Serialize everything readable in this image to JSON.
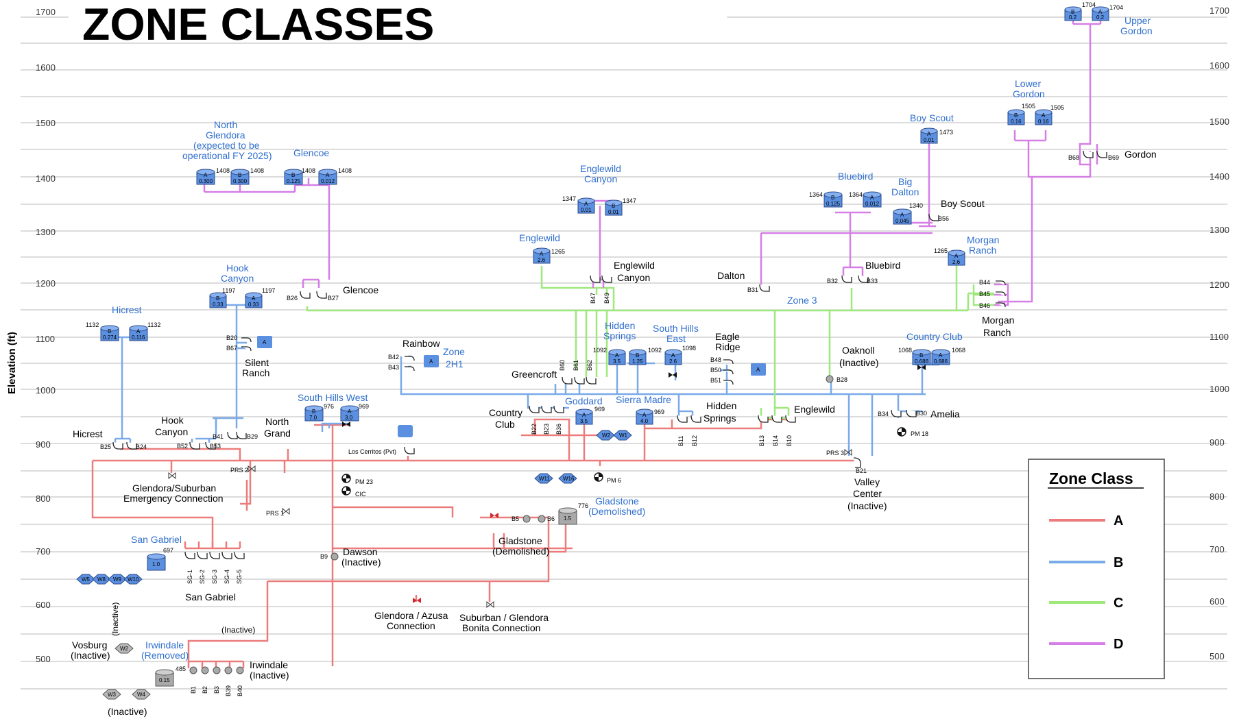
{
  "title": "ZONE CLASSES",
  "y_axis_label": "Elevation (ft)",
  "elevations": [
    "1700",
    "1600",
    "1500",
    "1400",
    "1300",
    "1200",
    "1100",
    "1000",
    "900",
    "800",
    "700",
    "600",
    "500"
  ],
  "legend": {
    "title": "Zone Class",
    "items": [
      {
        "label": "A",
        "color": "#ec7c7c"
      },
      {
        "label": "B",
        "color": "#7aaae8"
      },
      {
        "label": "C",
        "color": "#9ee87c"
      },
      {
        "label": "D",
        "color": "#d57ee6"
      }
    ]
  },
  "colors": {
    "zone_a": "#ec7c7c",
    "zone_b": "#7aaae8",
    "zone_c": "#9ee87c",
    "zone_d": "#d57ee6",
    "label_blue": "#2f6fce"
  },
  "labels": {
    "upper_gordon_1": "Upper",
    "upper_gordon_2": "Gordon",
    "lower_gordon_1": "Lower",
    "lower_gordon_2": "Gordon",
    "boy_scout_tank": "Boy Scout",
    "gordon": "Gordon",
    "north_glendora_1": "North",
    "north_glendora_2": "Glendora",
    "north_glendora_3": "(expected to be",
    "north_glendora_4": "operational FY 2025)",
    "glencoe_tank": "Glencoe",
    "englewild_canyon_tank_1": "Englewild",
    "englewild_canyon_tank_2": "Canyon",
    "bluebird_tank": "Bluebird",
    "big_dalton_1": "Big",
    "big_dalton_2": "Dalton",
    "boy_scout_pump": "Boy Scout",
    "englewild_tank": "Englewild",
    "englewild_canyon_pump_1": "Englewild",
    "englewild_canyon_pump_2": "Canyon",
    "morgan_ranch_tank_1": "Morgan",
    "morgan_ranch_tank_2": "Ranch",
    "dalton": "Dalton",
    "bluebird_pump": "Bluebird",
    "hook_canyon_tank_1": "Hook",
    "hook_canyon_tank_2": "Canyon",
    "glencoe_pump": "Glencoe",
    "zone3": "Zone 3",
    "hicrest_tank": "Hicrest",
    "morgan_ranch_pump_1": "Morgan",
    "morgan_ranch_pump_2": "Ranch",
    "silent_ranch_1": "Silent",
    "silent_ranch_2": "Ranch",
    "rainbow": "Rainbow",
    "zone2h1_1": "Zone",
    "zone2h1_2": "2H1",
    "hidden_springs_tank_1": "Hidden",
    "hidden_springs_tank_2": "Springs",
    "south_hills_east_1": "South Hills",
    "south_hills_east_2": "East",
    "eagle_ridge_1": "Eagle",
    "eagle_ridge_2": "Ridge",
    "oaknoll_1": "Oaknoll",
    "oaknoll_2": "(Inactive)",
    "country_club_tank": "Country Club",
    "greencroft": "Greencroft",
    "south_hills_west": "South Hills West",
    "goddard": "Goddard",
    "sierra_madre": "Sierra Madre",
    "country_club_pump_1": "Country",
    "country_club_pump_2": "Club",
    "hidden_springs_pump_1": "Hidden",
    "hidden_springs_pump_2": "Springs",
    "englewild_pump": "Englewild",
    "amelia": "Amelia",
    "hook_canyon_pump_1": "Hook",
    "hook_canyon_pump_2": "Canyon",
    "north_grand_1": "North",
    "north_grand_2": "Grand",
    "hicrest_pump": "Hicrest",
    "los_cerritos": "Los Cerritos (Pvt)",
    "glendora_suburban_1": "Glendora/Suburban",
    "glendora_suburban_2": "Emergency Connection",
    "valley_center_1": "Valley",
    "valley_center_2": "Center",
    "valley_center_3": "(Inactive)",
    "gladstone_tank_1": "Gladstone",
    "gladstone_tank_2": "(Demolished)",
    "san_gabriel_tank": "San Gabriel",
    "dawson_1": "Dawson",
    "dawson_2": "(Inactive)",
    "gladstone_pump_1": "Gladstone",
    "gladstone_pump_2": "(Demolished)",
    "san_gabriel_pump": "San Gabriel",
    "glendora_azusa_1": "Glendora / Azusa",
    "glendora_azusa_2": "Connection",
    "suburban_bonita_1": "Suburban / Glendora",
    "suburban_bonita_2": "Bonita Connection",
    "vosburg_1": "Vosburg",
    "vosburg_2": "(Inactive)",
    "irwindale_removed_1": "Irwindale",
    "irwindale_removed_2": "(Removed)",
    "irwindale_pump_1": "Irwindale",
    "irwindale_pump_2": "(Inactive)",
    "inactive_mid": "(Inactive)",
    "inactive_vert": "(Inactive)",
    "inactive_bottom": "(Inactive)"
  },
  "tags": {
    "prs1": "PRS 1",
    "prs2": "PRS 2",
    "prs3": "PRS 3",
    "pm23": "PM 23",
    "cic": "CIC",
    "pm6": "PM 6",
    "pm18": "PM 18",
    "b1": "B1",
    "b2": "B2",
    "b3": "B3",
    "b39": "B39",
    "b40": "B40",
    "b9": "B9",
    "b6a": "B5",
    "b6b": "B6",
    "b11": "B11",
    "b12": "B12",
    "b13": "B13",
    "b14": "B14",
    "b10": "B10",
    "b21": "B21",
    "b22": "B22",
    "b23": "B23",
    "b36": "B36",
    "b24": "B24",
    "b25": "B25",
    "b52": "B52",
    "b53": "B53",
    "b41": "B41",
    "b29": "B29",
    "b20": "B20",
    "b67": "B67",
    "b42": "B42",
    "b43": "B43",
    "b60": "B60",
    "b61": "B61",
    "b62": "B62",
    "b48": "B48",
    "b50": "B50",
    "b51": "B51",
    "b28": "B28",
    "b34": "B34",
    "b30": "B30",
    "b26": "B26",
    "b27": "B27",
    "b47": "B47",
    "b49": "B49",
    "b31": "B31",
    "b32": "B32",
    "b33": "B33",
    "b44": "B44",
    "b45": "B45",
    "b46": "B46",
    "b56": "B56",
    "b68": "B68",
    "b69": "B69",
    "sg1": "SG-1",
    "sg2": "SG-2",
    "sg3": "SG-3",
    "sg4": "SG-4",
    "sg5": "SG-5",
    "w5": "W5",
    "w8": "W8",
    "w9": "W9",
    "w10": "W10",
    "w2": "W2",
    "w1": "W1",
    "w11": "W11",
    "w16": "W16",
    "w3": "W3",
    "w4": "W4",
    "w_vos": "W2"
  },
  "tanks": [
    {
      "zone": "B",
      "val": "0.2",
      "elev": "1704"
    },
    {
      "zone": "A",
      "val": "0.2",
      "elev": "1704"
    },
    {
      "zone": "B",
      "val": "0.16",
      "elev": "1505"
    },
    {
      "zone": "A",
      "val": "0.16",
      "elev": "1505"
    },
    {
      "zone": "A",
      "val": "0.01",
      "elev": "1473"
    },
    {
      "zone": "A",
      "val": "0.300",
      "elev": "1408"
    },
    {
      "zone": "B",
      "val": "0.300",
      "elev": "1408"
    },
    {
      "zone": "B",
      "val": "0.125",
      "elev": "1408"
    },
    {
      "zone": "A",
      "val": "0.012",
      "elev": "1408"
    },
    {
      "zone": "A",
      "val": "0.01",
      "elev": "1347"
    },
    {
      "zone": "B",
      "val": "0.01",
      "elev": "1347"
    },
    {
      "zone": "B",
      "val": "0.125",
      "elev": "1364"
    },
    {
      "zone": "A",
      "val": "0.012",
      "elev": "1364"
    },
    {
      "zone": "A",
      "val": "0.045",
      "elev": "1340"
    },
    {
      "zone": "A",
      "val": "2.6",
      "elev": "1265"
    },
    {
      "zone": "A",
      "val": "2.6",
      "elev": "1265"
    },
    {
      "zone": "B",
      "val": "0.33",
      "elev": "1197"
    },
    {
      "zone": "A",
      "val": "0.33",
      "elev": "1197"
    },
    {
      "zone": "B",
      "val": "0.274",
      "elev": "1132"
    },
    {
      "zone": "A",
      "val": "0.116",
      "elev": "1132"
    },
    {
      "zone": "A",
      "val": "3.5",
      "elev": "1092"
    },
    {
      "zone": "B",
      "val": "1.25",
      "elev": "1092"
    },
    {
      "zone": "A",
      "val": "2.6",
      "elev": "1098"
    },
    {
      "zone": "B",
      "val": "0.686",
      "elev": "1068"
    },
    {
      "zone": "A",
      "val": "0.686",
      "elev": "1068"
    },
    {
      "zone": "B",
      "val": "7.0",
      "elev": "976"
    },
    {
      "zone": "A",
      "val": "3.0",
      "elev": "969"
    },
    {
      "zone": "A",
      "val": "3.5",
      "elev": "969"
    },
    {
      "zone": "A",
      "val": "4.0",
      "elev": "969"
    },
    {
      "zone": "",
      "val": "1.0",
      "elev": "697"
    },
    {
      "zone": "",
      "val": "1.5",
      "elev": "776"
    },
    {
      "zone": "",
      "val": "0.15",
      "elev": "485"
    }
  ],
  "mini_boxes": {
    "a1": "A",
    "a2": "A",
    "a3": "A"
  }
}
